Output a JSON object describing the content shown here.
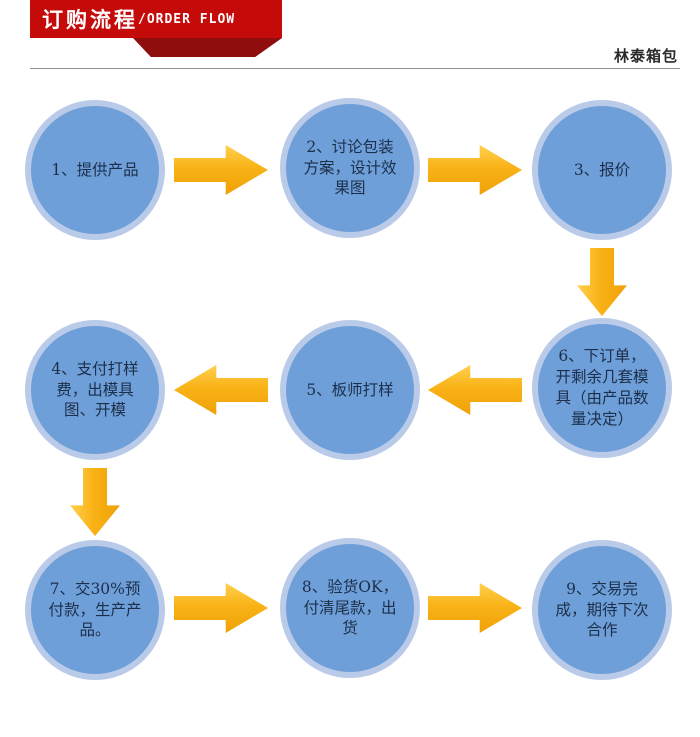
{
  "header": {
    "title_cn": "订购流程",
    "title_en": "/ORDER FLOW",
    "brand": "林泰箱包"
  },
  "colors": {
    "banner_red": "#c50a0a",
    "banner_dark_red": "#8f0d0d",
    "node_fill": "#6e9fd9",
    "node_ring": "#b9cbe9",
    "node_text": "#1c2f4a",
    "arrow_gold": "#f9b317"
  },
  "flow": {
    "nodes": [
      {
        "id": "1",
        "label": "1、提供产品"
      },
      {
        "id": "2",
        "label": "2、讨论包装方案，设计效果图"
      },
      {
        "id": "3",
        "label": "3、报价"
      },
      {
        "id": "4",
        "label": "4、支付打样费，出模具图、开模"
      },
      {
        "id": "5",
        "label": "5、板师打样"
      },
      {
        "id": "6",
        "label": "6、下订单，开剩余几套模具（由产品数量决定）"
      },
      {
        "id": "7",
        "label": "7、交30%预付款，生产产品。"
      },
      {
        "id": "8",
        "label": "8、验货OK，付清尾款，出货"
      },
      {
        "id": "9",
        "label": "9、交易完成，期待下次合作"
      }
    ],
    "connections": [
      {
        "from": "1",
        "to": "2",
        "direction": "right"
      },
      {
        "from": "2",
        "to": "3",
        "direction": "right"
      },
      {
        "from": "3",
        "to": "6",
        "direction": "down"
      },
      {
        "from": "6",
        "to": "5",
        "direction": "left"
      },
      {
        "from": "5",
        "to": "4",
        "direction": "left"
      },
      {
        "from": "4",
        "to": "7",
        "direction": "down"
      },
      {
        "from": "7",
        "to": "8",
        "direction": "right"
      },
      {
        "from": "8",
        "to": "9",
        "direction": "right"
      }
    ]
  }
}
